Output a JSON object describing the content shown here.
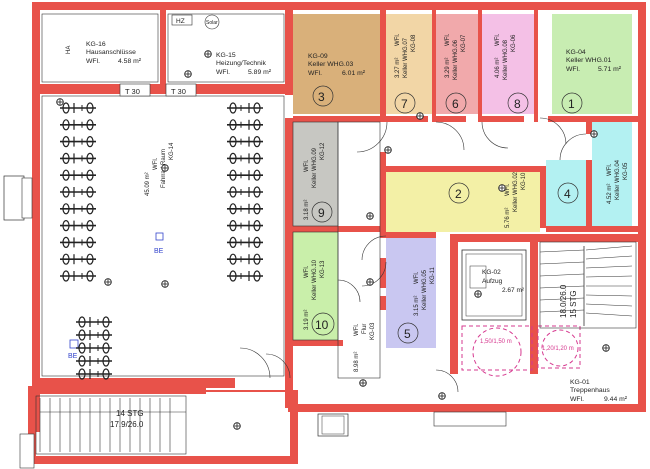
{
  "colors": {
    "wall": "#e8524a",
    "room3": "#d9b07a",
    "room7": "#f2d6a6",
    "room6": "#f1a9ab",
    "room8": "#f4c0e6",
    "room1": "#c8edb2",
    "room4": "#b3f1f2",
    "room2": "#f3f0a6",
    "room5": "#c9c7f1",
    "room9": "#c7c7c2",
    "room10": "#c9efaa",
    "elevator_box": "#d6388f"
  },
  "icons": [
    "bicycle-icon",
    "light-fixture-icon",
    "door-swing-icon",
    "stair-icon",
    "elevator-icon"
  ],
  "top_labels": {
    "hz": "HZ",
    "solar": "Solar",
    "ha": "HA"
  },
  "rooms": {
    "kg16": {
      "code": "KG-16",
      "name": "Hausanschlüsse",
      "wfl": "WFl.",
      "area": "4.58 m²"
    },
    "kg15": {
      "code": "KG-15",
      "name": "Heizung/Technik",
      "wfl": "WFl.",
      "area": "5.89 m²"
    },
    "kg09": {
      "code": "KG-09",
      "name": "Keller WHG.03",
      "wfl": "WFl.",
      "area": "6.01 m²",
      "number": "3"
    },
    "kg08": {
      "area": "3.27 m²",
      "name": "Keller WHG.07",
      "code": "KG-08",
      "wfl": "WFl.",
      "number": "7"
    },
    "kg07": {
      "area": "3.29 m²",
      "name": "Keller WHG.06",
      "code": "KG-07",
      "wfl": "WFl.",
      "number": "6"
    },
    "kg06": {
      "area": "4.06 m²",
      "name": "Keller WHG.08",
      "code": "KG-06",
      "wfl": "WFl.",
      "number": "8"
    },
    "kg04": {
      "code": "KG-04",
      "name": "Keller WHG.01",
      "wfl": "WFl.",
      "area": "5.71 m²",
      "number": "1"
    },
    "kg14": {
      "area": "45.09 m²",
      "wfl": "WFl.",
      "name": "Fahrrad-Raum",
      "code": "KG-14",
      "be1": "BE",
      "be2": "BE"
    },
    "kg12": {
      "area": "3.18 m²",
      "wfl": "WFl.",
      "name": "Keller WHG.09",
      "code": "KG-12",
      "number": "9"
    },
    "kg10": {
      "area": "5.76 m²",
      "wfl": "WFl.",
      "name": "Keller WHG.02",
      "code": "KG-10",
      "number": "2"
    },
    "kg05": {
      "area": "4.52 m²",
      "wfl": "WFl.",
      "name": "Keller WHG.04",
      "code": "KG-05",
      "number": "4"
    },
    "kg13": {
      "area": "3.19 m²",
      "wfl": "WFl.",
      "name": "Keller WHG.10",
      "code": "KG-13",
      "number": "10"
    },
    "kg11": {
      "area": "3.15 m²",
      "wfl": "WFl.",
      "name": "Keller WHG.05",
      "code": "KG-11",
      "number": "5"
    },
    "kg03": {
      "area": "8.98 m²",
      "wfl": "WFl.",
      "name": "Flur",
      "code": "KG-03"
    },
    "kg02": {
      "code": "KG-02",
      "name": "Aufzug",
      "area": "2.67 m²"
    },
    "kg01": {
      "code": "KG-01",
      "name": "Treppenhaus",
      "wfl": "WFl.",
      "area": "9.44 m²"
    }
  },
  "doors": {
    "t30a": "T 30",
    "t30b": "T 30"
  },
  "stairs": {
    "right": {
      "line1": "15 STG",
      "line2": "18.0/26.0"
    },
    "bottom": {
      "line1": "14 STG",
      "line2": "17.9/26.0"
    }
  },
  "elevator": {
    "box1": "1,50/1,50 m",
    "box2": "1,20/1,20 m"
  }
}
